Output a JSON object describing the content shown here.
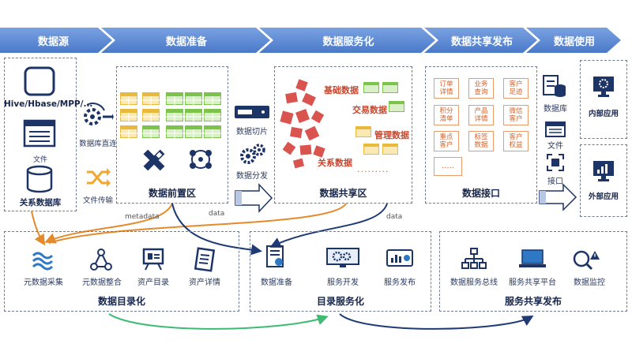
{
  "stages": [
    {
      "label": "数据源"
    },
    {
      "label": "数据准备"
    },
    {
      "label": "数据服务化"
    },
    {
      "label": "数据共享发布"
    },
    {
      "label": "数据使用"
    }
  ],
  "sources": {
    "items": [
      "Hive/Hbase/MPP/...",
      "文件",
      "关系数据库"
    ]
  },
  "ingest": {
    "direct": "数据库直连",
    "transfer": "文件传输"
  },
  "prep_zone": {
    "title": "数据前置区"
  },
  "share_zone": {
    "title": "数据共享区",
    "categories": [
      "基础数据",
      "交易数据",
      "管理数据",
      "关系数据"
    ],
    "more": "........."
  },
  "mid_tools": {
    "slice": "数据切片",
    "distribute": "数据分发"
  },
  "interface": {
    "title": "数据接口",
    "cards": [
      "订单\n详情",
      "业务\n查询",
      "客户\n足迹",
      "积分\n清单",
      "产品\n详情",
      "微信\n客户",
      "重点\n客户",
      "标签\n数据",
      "客户\n权益",
      "....."
    ]
  },
  "use_channels": [
    "数据库",
    "文件",
    "接口"
  ],
  "apps": {
    "internal": "内部应用",
    "external": "外部应用"
  },
  "flow_labels": {
    "metadata": "metadata",
    "data_left": "data",
    "data_right": "data"
  },
  "catalog": {
    "title": "数据目录化",
    "items": [
      "元数据采集",
      "元数据整合",
      "资产目录",
      "资产详情"
    ]
  },
  "service": {
    "title": "目录服务化",
    "items": [
      "数据准备",
      "服务开发",
      "服务发布"
    ]
  },
  "publish": {
    "title": "服务共享发布",
    "items": [
      "数据服务总线",
      "服务共享平台",
      "数据监控"
    ]
  },
  "colors": {
    "band": "#5b8ad6",
    "band_light": "#a9c3ec",
    "navy": "#1f3b74",
    "orange": "#e48a2b",
    "green": "#3dbb73",
    "red_block": "#d9534f",
    "yellow_table": "#e9b93b",
    "green_table": "#7cc34b"
  }
}
